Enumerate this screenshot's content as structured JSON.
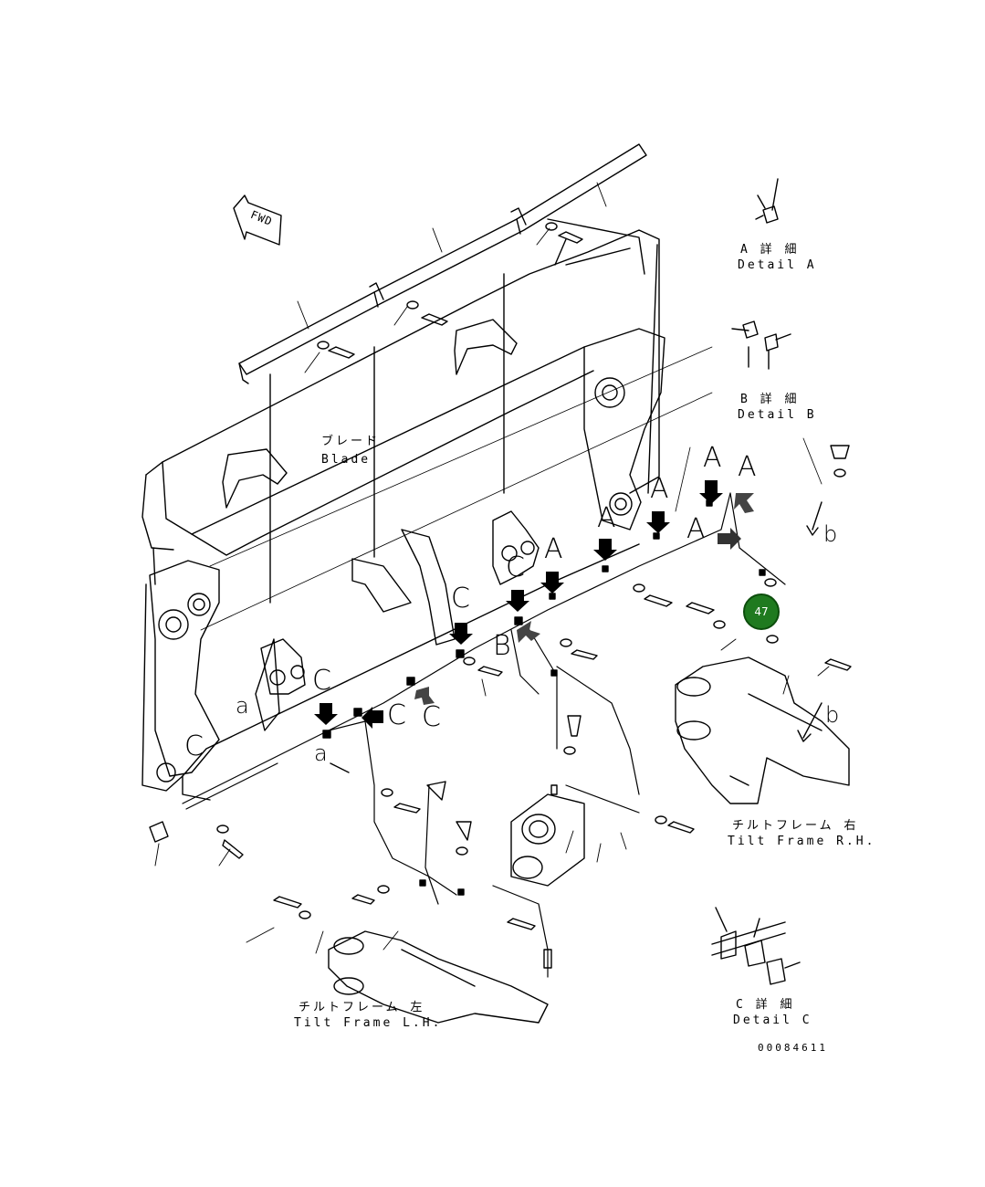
{
  "labels": {
    "fwd": "FWD",
    "blade_jp": "ブレード",
    "blade_en": "Blade",
    "detail_a_jp": "A 詳 細",
    "detail_a_en": "Detail A",
    "detail_b_jp": "B 詳 細",
    "detail_b_en": "Detail B",
    "detail_c_jp": "C 詳 細",
    "detail_c_en": "Detail C",
    "tilt_rh_jp": "チルトフレーム 右",
    "tilt_rh_en": "Tilt Frame R.H.",
    "tilt_lh_jp": "チルトフレーム 左",
    "tilt_lh_en": "Tilt Frame L.H.",
    "drawing_no": "00084611",
    "ref_a": "A",
    "ref_b": "B",
    "ref_c": "C",
    "ref_a_small": "a",
    "ref_b_small": "b"
  },
  "callouts": [
    {
      "id": "47",
      "label": "47",
      "color": "#1f7a1f"
    }
  ]
}
